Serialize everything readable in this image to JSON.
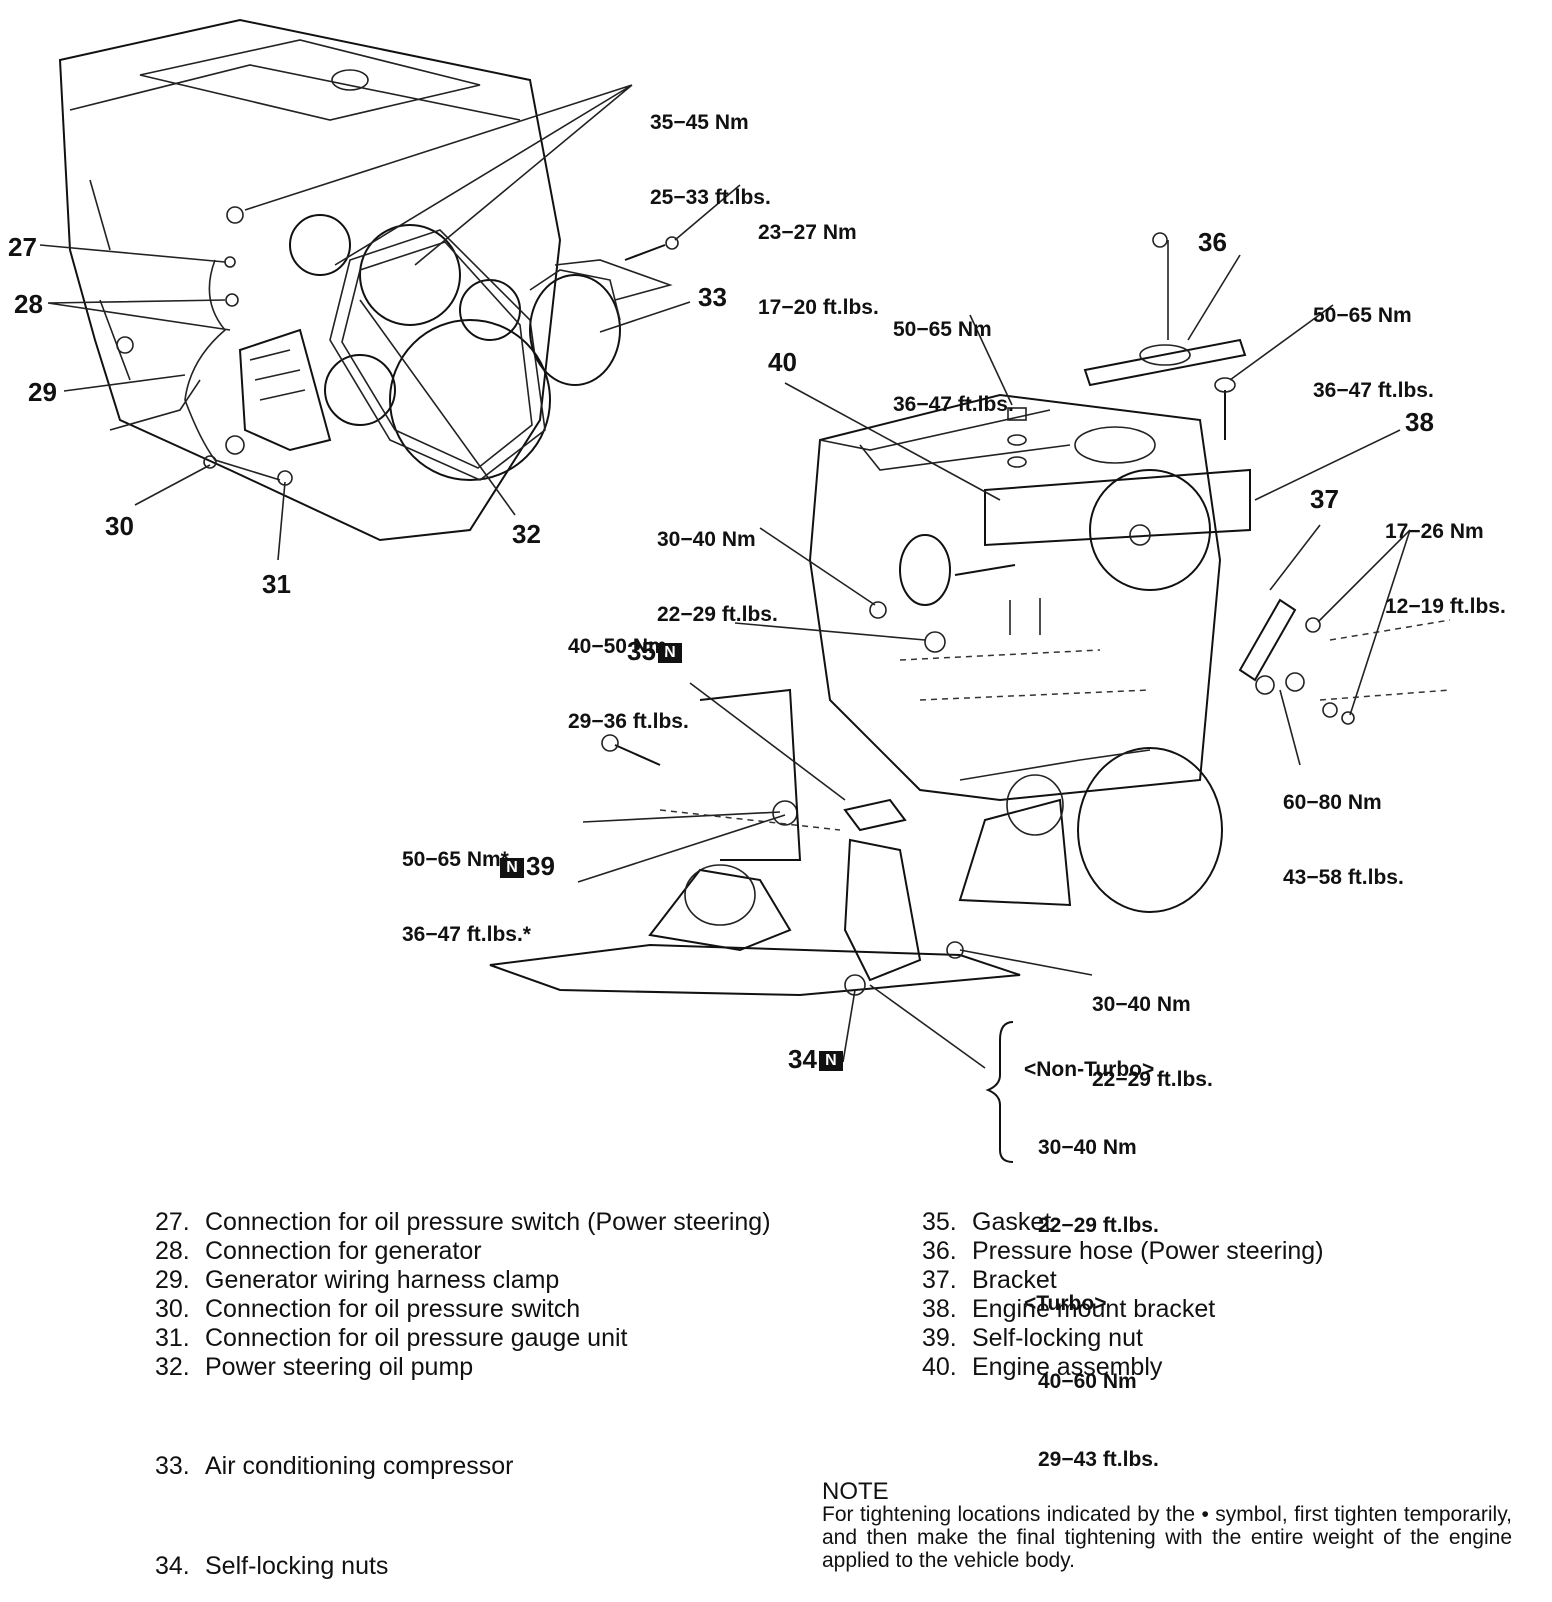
{
  "callouts": {
    "c27": "27",
    "c28": "28",
    "c29": "29",
    "c30": "30",
    "c31": "31",
    "c32": "32",
    "c33": "33",
    "c36": "36",
    "c38": "38",
    "c37": "37",
    "c40": "40",
    "c35": "35",
    "c39": "39",
    "c34": "34",
    "n_symbol": "N"
  },
  "torque": {
    "t1": [
      "35−45 Nm",
      "25−33 ft.lbs."
    ],
    "t2": [
      "23−27 Nm",
      "17−20 ft.lbs."
    ],
    "t3": [
      "50−65 Nm",
      "36−47 ft.lbs."
    ],
    "t4": [
      "50−65 Nm",
      "36−47 ft.lbs."
    ],
    "t5": [
      "30−40 Nm",
      "22−29 ft.lbs."
    ],
    "t6": [
      "17−26 Nm",
      "12−19 ft.lbs."
    ],
    "t7": [
      "40−50 Nm",
      "29−36 ft.lbs."
    ],
    "t8": [
      "60−80 Nm",
      "43−58 ft.lbs."
    ],
    "t9": [
      "50−65 Nm*",
      "36−47 ft.lbs.*"
    ],
    "t10": [
      "30−40 Nm",
      "22−29 ft.lbs."
    ],
    "t11": [
      "<Non-Turbo>",
      "30−40 Nm",
      "22−29 ft.lbs.",
      "<Turbo>",
      "40−60 Nm",
      "29−43 ft.lbs."
    ]
  },
  "legend_left": [
    {
      "num": "27.",
      "text": "Connection for oil pressure switch (Power steering)"
    },
    {
      "num": "28.",
      "text": "Connection for generator"
    },
    {
      "num": "29.",
      "text": "Generator wiring harness clamp"
    },
    {
      "num": "30.",
      "text": "Connection for oil pressure switch"
    },
    {
      "num": "31.",
      "text": "Connection for oil pressure gauge unit"
    },
    {
      "num": "32.",
      "text": "Power steering oil pump"
    }
  ],
  "legend_33": {
    "num": "33.",
    "text": "Air conditioning compressor"
  },
  "legend_34": {
    "num": "34.",
    "text": "Self-locking nuts"
  },
  "legend_right": [
    {
      "num": "35.",
      "text": "Gasket"
    },
    {
      "num": "36.",
      "text": "Pressure hose (Power steering)"
    },
    {
      "num": "37.",
      "text": "Bracket"
    },
    {
      "num": "38.",
      "text": "Engine mount bracket"
    },
    {
      "num": "39.",
      "text": "Self-locking nut"
    },
    {
      "num": "40.",
      "text": "Engine assembly"
    }
  ],
  "note": {
    "title": "NOTE",
    "body": "For tightening locations indicated by the • symbol, first tighten temporarily, and then make the final tightening with the entire weight of the engine applied to the vehicle body."
  }
}
